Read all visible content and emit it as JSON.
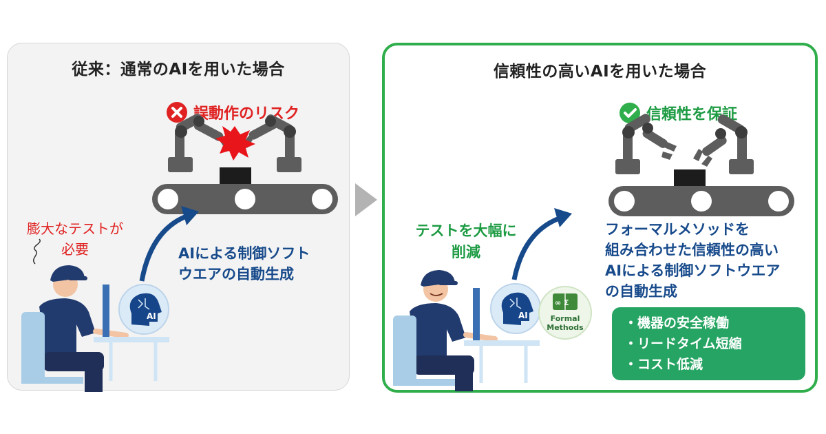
{
  "left_panel": {
    "title": "従来：通常のAIを用いた場合",
    "status": "誤動作のリスク",
    "problem_lines": [
      "膨大なテストが",
      "必要"
    ],
    "description_lines": [
      "AIによる制御ソフト",
      "ウエアの自動生成"
    ],
    "ai_label": "AI"
  },
  "right_panel": {
    "title": "信頼性の高いAIを用いた場合",
    "status": "信頼性を保証",
    "effect_lines": [
      "テストを大幅に",
      "削減"
    ],
    "description_lines": [
      "フォーマルメソッドを",
      "組み合わせた信頼性の高い",
      "AIによる制御ソフトウエア",
      "の自動生成"
    ],
    "ai_label": "AI",
    "formal_methods_badge": {
      "symbols": "∞ Σ",
      "line1": "Formal",
      "line2": "Methods"
    },
    "benefits": [
      "機器の安全稼働",
      "リードタイム短縮",
      "コスト低減"
    ]
  },
  "colors": {
    "risk_red": "#e02222",
    "ok_green": "#2fae4b",
    "text_blue": "#174a8b",
    "benefit_box": "#26a463"
  },
  "icons": {
    "risk": "x-circle-icon",
    "ok": "check-circle-icon",
    "transition": "triangle-arrow-right-icon"
  }
}
